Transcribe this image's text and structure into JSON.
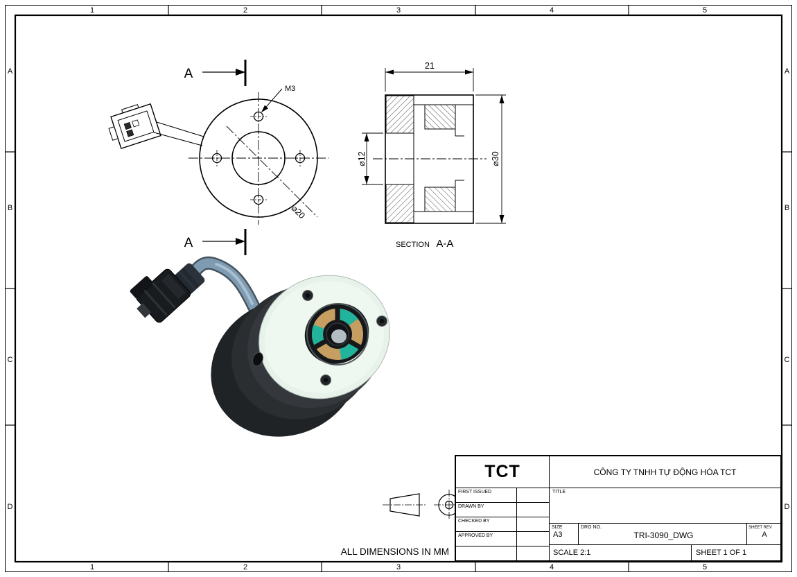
{
  "sheet": {
    "zone_columns": [
      "1",
      "2",
      "3",
      "4",
      "5"
    ],
    "zone_rows": [
      "A",
      "B",
      "C",
      "D"
    ],
    "note_units": "ALL DIMENSIONS IN MM"
  },
  "front_view": {
    "section_arrow_top": "A",
    "section_arrow_bottom": "A",
    "thread_callout": "M3",
    "bolt_circle_dim": "⌀20"
  },
  "section_view": {
    "label_word": "SECTION",
    "label_name": "A-A",
    "dim_width": "21",
    "dim_bore": "⌀12",
    "dim_outer": "⌀30"
  },
  "title_block": {
    "logo": "TCT",
    "company": "CÔNG TY TNHH TỰ ĐỘNG HÓA TCT",
    "approval_rows": [
      "FIRST ISSUED",
      "DRAWN BY",
      "CHECKED BY",
      "APPROVED BY"
    ],
    "title_label": "TITLE",
    "size_label": "SIZE",
    "size_value": "A3",
    "drg_label": "DRG NO.",
    "drg_value": "TRI-3090_DWG",
    "rev_label": "SHEET REV",
    "rev_value": "A",
    "scale_text": "SCALE 2:1",
    "sheet_text": "SHEET 1 OF 1"
  },
  "colors": {
    "line": "#000000",
    "body_dark": "#26292c",
    "face_light": "#e7f2ea",
    "cable_blue": "#7f9bb1",
    "ring_tan": "#c79e62",
    "ring_teal": "#21b39c"
  }
}
